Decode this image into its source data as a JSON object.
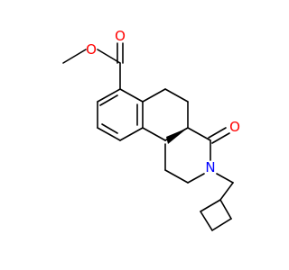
{
  "atoms": {
    "methoxy_O": {
      "symbol": "O",
      "color": "#ff0000"
    },
    "carbonyl_O_ester": {
      "symbol": "O",
      "color": "#ff0000"
    },
    "carbonyl_O_lactam": {
      "symbol": "O",
      "color": "#ff0000"
    },
    "amide_N": {
      "symbol": "N",
      "color": "#0000ff"
    }
  },
  "colors": {
    "bond": "#000000",
    "oxygen": "#ff0000",
    "nitrogen": "#0000ff"
  }
}
